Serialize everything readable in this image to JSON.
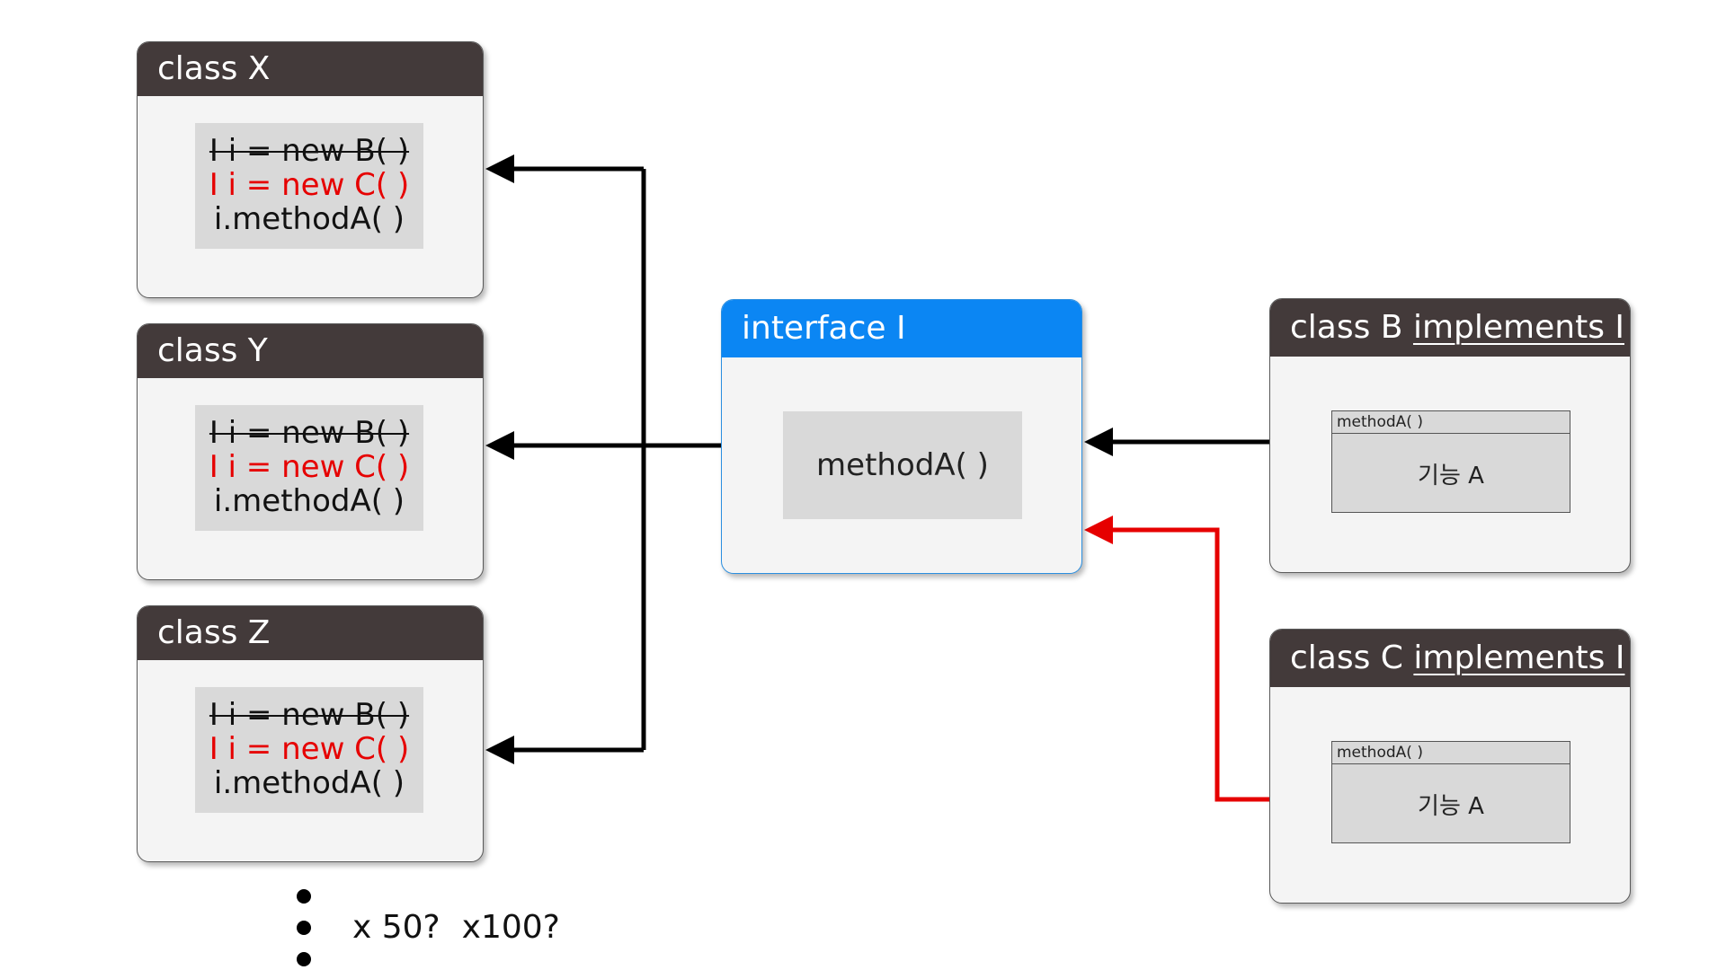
{
  "clients": [
    {
      "title": "class X",
      "lines": [
        "I i = new B( )",
        "I i = new C( )",
        "i.methodA( )"
      ]
    },
    {
      "title": "class Y",
      "lines": [
        "I i = new B( )",
        "I i = new C( )",
        "i.methodA( )"
      ]
    },
    {
      "title": "class Z",
      "lines": [
        "I i = new B( )",
        "I i = new C( )",
        "i.methodA( )"
      ]
    }
  ],
  "interface": {
    "title": "interface I",
    "method": "methodA( )"
  },
  "implementations": [
    {
      "name": "class B",
      "implements": "implements I",
      "signature": "methodA( )",
      "feature": "기능 A"
    },
    {
      "name": "class C",
      "implements": "implements I",
      "signature": "methodA( )",
      "feature": "기능 A"
    }
  ],
  "note": {
    "x50": "x 50?",
    "x100": "x100?"
  },
  "colors": {
    "header_dark": "#433a3a",
    "header_interface": "#0b86f3",
    "highlight_red": "#e60000",
    "arrow_black": "#000000"
  }
}
